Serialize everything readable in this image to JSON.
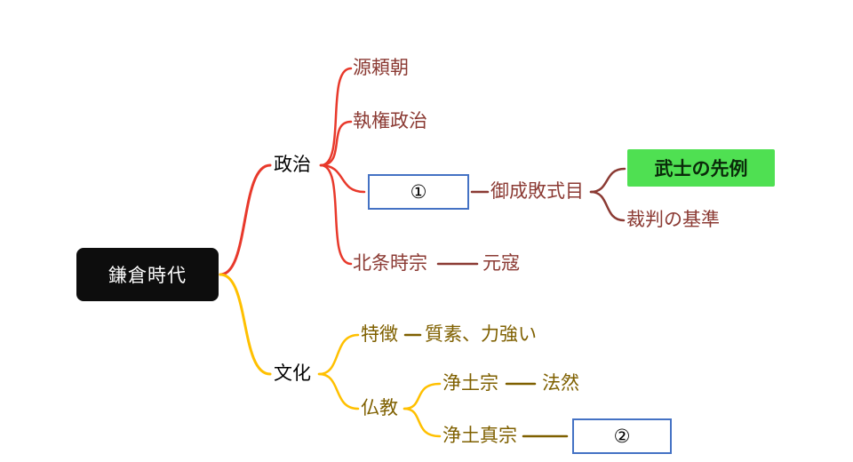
{
  "root": {
    "label": "鎌倉時代"
  },
  "politics": {
    "label": "政治",
    "yoritomo": "源頼朝",
    "shikken_seiji": "執権政治",
    "blank1": "①",
    "goseibai_shikimoku": "御成敗式目",
    "bushi_no_senrei": "武士の先例",
    "saiban_no_kijun": "裁判の基準",
    "hojo_tokimune": "北条時宗",
    "genko": "元寇"
  },
  "culture": {
    "label": "文化",
    "tokucho": "特徴",
    "tokucho_desc": "質素、力強い",
    "bukkyo": "仏教",
    "jodoshu": "浄土宗",
    "honen": "法然",
    "jodo_shinshu": "浄土真宗",
    "blank2": "②"
  },
  "colors": {
    "root_bg": "#0d0d0d",
    "root_text": "#ffffff",
    "politics_line": "#e8392b",
    "politics_text": "#8b3a33",
    "culture_line": "#ffc000",
    "culture_text": "#7f6000",
    "highlight_green": "#4fe052",
    "blank_border": "#4472c4"
  }
}
